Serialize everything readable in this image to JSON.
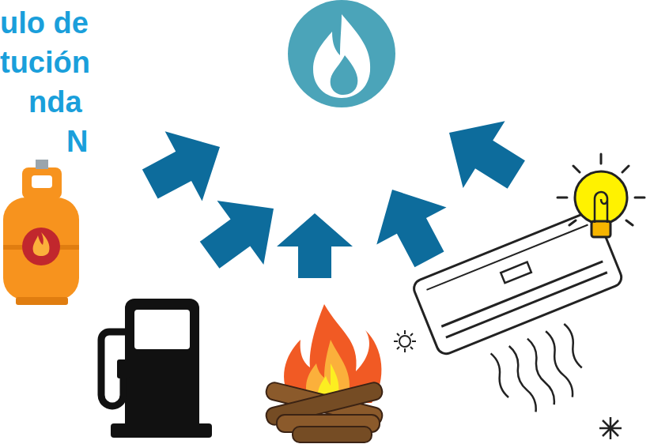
{
  "diagram": {
    "labels": [
      "ulo de",
      "tución",
      "nda",
      "N"
    ]
  }
}
